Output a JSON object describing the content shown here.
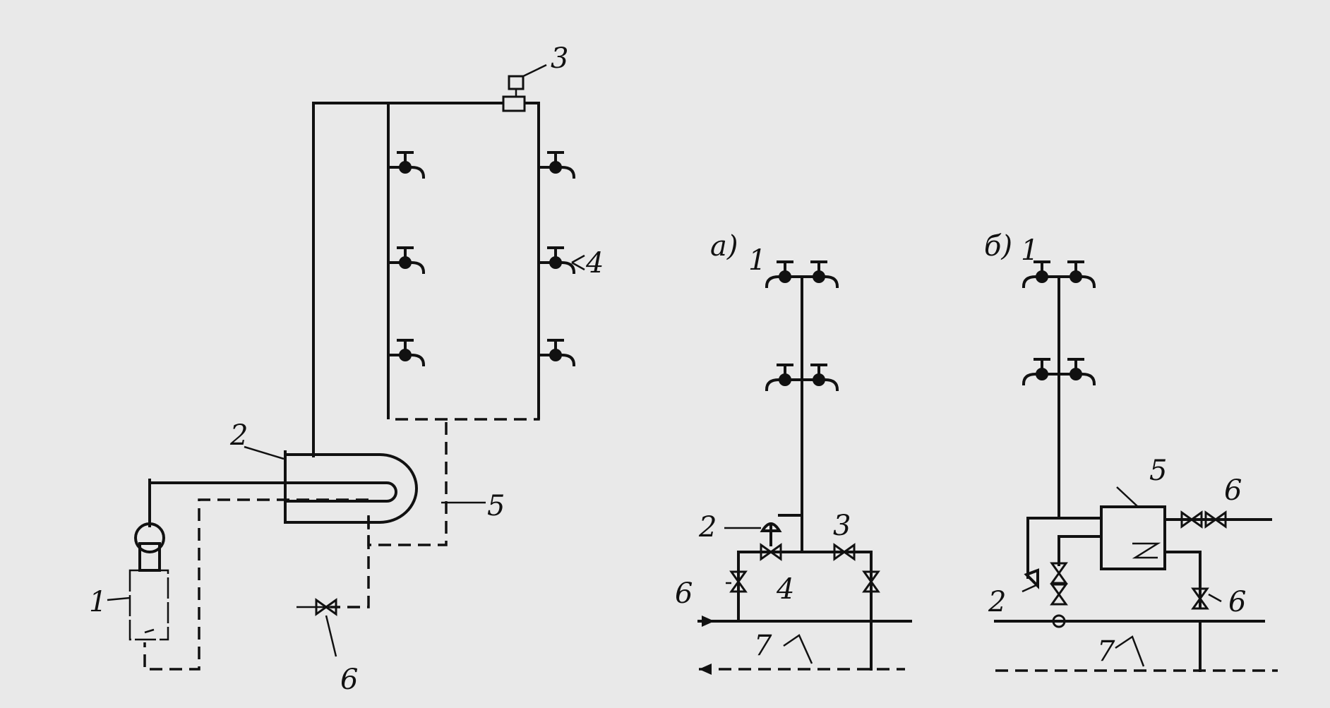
{
  "diagram": {
    "background": "#e9e9e9",
    "ink": "#111111",
    "labels": {
      "main": {
        "heater_1": "1",
        "exchanger_2": "2",
        "air_vent_3": "3",
        "tap_4": "4",
        "return_5": "5",
        "valve_6": "6"
      },
      "scheme_a": {
        "title": "а)",
        "taps_1": "1",
        "regulator_2": "2",
        "valve_3": "3",
        "jumper_4": "4",
        "valve_6": "6",
        "compensator_7": "7"
      },
      "scheme_b": {
        "title": "б)",
        "taps_1": "1",
        "regulator_2": "2",
        "heater_5": "5",
        "valve_6_top": "6",
        "valve_6_right": "6",
        "compensator_7": "7"
      }
    }
  }
}
